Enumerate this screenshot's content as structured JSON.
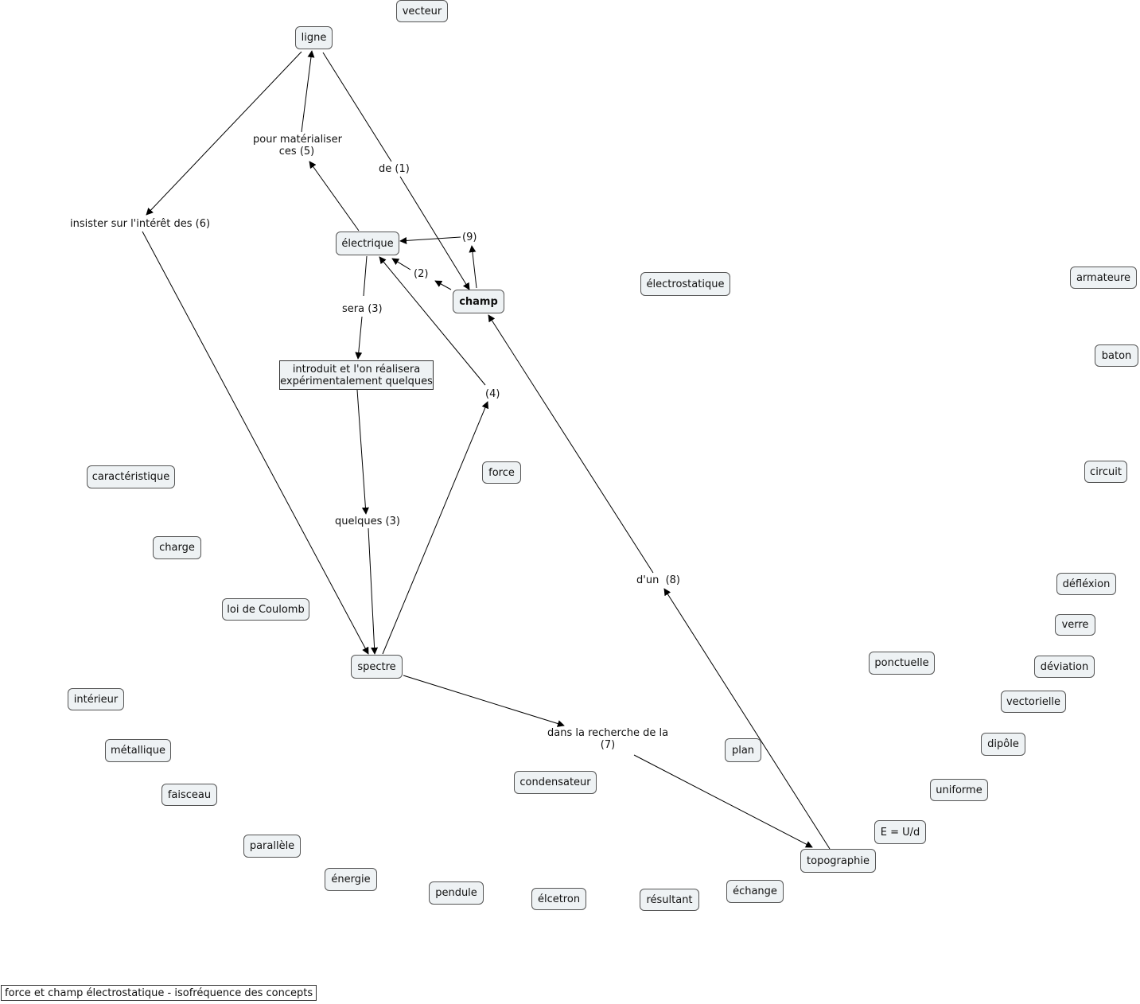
{
  "caption": "force et champ électrostatique - isofréquence des concepts",
  "nodes": {
    "vecteur": "vecteur",
    "ligne": "ligne",
    "electrique": "électrique",
    "champ": "champ",
    "introduit_line1": "introduit et l'on réalisera",
    "introduit_line2": "expérimentalement quelques",
    "spectre": "spectre",
    "electrostatique": "électrostatique",
    "armateure": "armateure",
    "baton": "baton",
    "circuit": "circuit",
    "caracteristique": "caractéristique",
    "force": "force",
    "charge": "charge",
    "loi_de_coulomb": "loi de Coulomb",
    "deflexion": "défléxion",
    "verre": "verre",
    "ponctuelle": "ponctuelle",
    "deviation": "déviation",
    "interieur": "intérieur",
    "vectorielle": "vectorielle",
    "metallique": "métallique",
    "plan": "plan",
    "dipole": "dipôle",
    "condensateur": "condensateur",
    "faisceau": "faisceau",
    "uniforme": "uniforme",
    "e_equals": "E = U/d",
    "parallele": "parallèle",
    "topographie": "topographie",
    "energie": "énergie",
    "pendule": "pendule",
    "elcetron": "élcetron",
    "resultant": "résultant",
    "echange": "échange"
  },
  "links": {
    "pour_materialiser_line1": "pour matérialiser",
    "pour_materialiser_line2": "ces (5)",
    "de_1": "de (1)",
    "insister": "insister sur l'intérêt des (6)",
    "l9": "(9)",
    "l2": "(2)",
    "sera_3": "sera (3)",
    "l4": "(4)",
    "quelques_3": "quelques (3)",
    "dun_8": "d'un  (8)",
    "dans_line1": "dans la recherche de la",
    "dans_line2": "(7)"
  }
}
